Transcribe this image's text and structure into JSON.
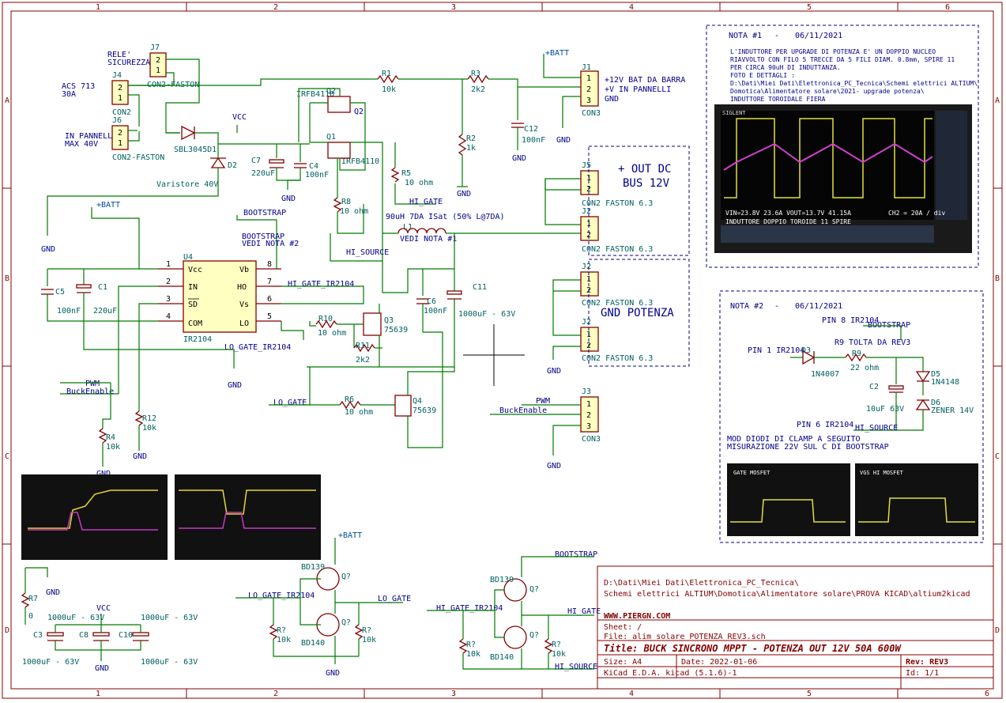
{
  "frame": {
    "cols": [
      "1",
      "2",
      "3",
      "4",
      "5",
      "6"
    ],
    "rows": [
      "A",
      "B",
      "C",
      "D"
    ]
  },
  "labels": {
    "rele_sicurezza": "RELE'",
    "rele_sicurezza2": "SICUREZZA",
    "j7": "J7",
    "j7_pins": [
      "2",
      "1"
    ],
    "j7_val": "CON2-FASTON",
    "acs": "ACS 713",
    "acs2": "30A",
    "j4": "J4",
    "j4_pins": [
      "2",
      "1"
    ],
    "j4_val": "CON2",
    "in_pannelli": "IN PANNELLI",
    "in_pannelli2": "MAX 40V",
    "j6": "J6",
    "j6_pins": [
      "2",
      "1"
    ],
    "j6_val": "CON2-FASTON",
    "r1": "R1",
    "r1_val": "10k",
    "r3": "R3",
    "r3_val": "2k2",
    "batt_top": "+BATT",
    "j1": "J1",
    "j1_pins": [
      "1",
      "2",
      "3"
    ],
    "j1_val": "CON3",
    "j1_desc1": "+12V BAT DA BARRA",
    "j1_desc2": "+V IN PANNELLI",
    "j1_desc3": "GND",
    "irfb_top": "IRFB4110",
    "q2": "Q2",
    "q1": "Q1",
    "irfb_bot": "IRFB4110",
    "vcc": "VCC",
    "d1": "SBL3045D1",
    "d2": "D2",
    "varistore": "Varistore 40V",
    "c7": "C7",
    "c7_val": "220uF",
    "c4": "C4",
    "c4_val": "100nF",
    "gnd": "GND",
    "r2": "R2",
    "r2_val": "1k",
    "c12": "C12",
    "c12_val": "100nF",
    "r5": "R5",
    "r5_val": "10 ohm",
    "r8": "R8",
    "r8_val": "10 ohm",
    "hi_gate": "HI_GATE",
    "l1_desc": "90uH 7DA ISat (50% L@7DA)",
    "l1": "L1",
    "vedi_nota1": "VEDI NOTA #1",
    "out_dc": "+ OUT DC",
    "bus12": "BUS 12V",
    "j5": "J5",
    "j5_pins": [
      "1",
      "2"
    ],
    "j5_val": "CON2 FASTON 6.3",
    "j2a": "J2",
    "j2a_pins": [
      "1",
      "2"
    ],
    "j2a_val": "CON2 FASTON 6.3",
    "j2b": "J2",
    "j2b_pins": [
      "1",
      "2"
    ],
    "j2b_val": "CON2 FASTON 6.3",
    "gnd_potenza": "GND POTENZA",
    "j2c": "J2",
    "j2c_pins": [
      "1",
      "2"
    ],
    "j2c_val": "CON2 FASTON 6.3",
    "bootstrap": "BOOTSTRAP",
    "bs_vedi1": "BOOTSTRAP",
    "bs_vedi2": "VEDI NOTA #2",
    "u4": "U4",
    "u4_val": "IR2104",
    "u4_pins_left": [
      "Vcc",
      "IN",
      "SD",
      "COM"
    ],
    "u4_pins_right": [
      "Vb",
      "HO",
      "Vs",
      "LO"
    ],
    "u4_num_left": [
      "1",
      "2",
      "3",
      "4"
    ],
    "u4_num_right": [
      "8",
      "7",
      "6",
      "5"
    ],
    "hi_source": "HI_SOURCE",
    "hi_gate_ir": "HI_GATE_IR2104",
    "lo_gate_ir": "LO_GATE_IR2104",
    "c5": "C5",
    "c5_val": "100nF",
    "c1": "C1",
    "c1_val": "220uF",
    "c6": "C6",
    "c6_val": "100nF",
    "c11": "C11",
    "c11_val": "1000uF - 63V",
    "r10": "R10",
    "r10_val": "10 ohm",
    "q3": "Q3",
    "q3_val": "75639",
    "r11": "R11",
    "r11_val": "2k2",
    "pwm": "PWM",
    "buck_enable": "BuckEnable",
    "lo_gate": "LO_GATE",
    "r6": "R6",
    "r6_val": "10 ohm",
    "q4": "Q4",
    "q4_val": "75639",
    "j3": "J3",
    "j3_pins": [
      "1",
      "2",
      "3"
    ],
    "j3_val": "CON3",
    "pwm2": "PWM",
    "buck_enable2": "BuckEnable",
    "r12": "R12",
    "r12_val": "10k",
    "r4": "R4",
    "r4_val": "10k",
    "r7a": "R7",
    "r7a_val": "0",
    "vcc2": "VCC",
    "c3": "C3",
    "c8": "C8",
    "c10": "C10",
    "c3_note": "1000uF - 63V",
    "c10_note": "1000uF - 63V",
    "c3_bot": "1000uF - 63V",
    "c10_bot": "1000uF - 63V",
    "bd139a": "BD139",
    "bd140a": "BD140",
    "qa": "Q?",
    "qb": "Q?",
    "r7b": "R?",
    "r7b_val": "10k",
    "r7c": "R?",
    "r7c_val": "10k",
    "lo_gate_ir2": "LO_GATE_IR2104",
    "lo_gate2": "LO_GATE",
    "batt3": "+BATT",
    "bootstrap2": "BOOTSTRAP",
    "bd139b": "BD139",
    "bd140b": "BD140",
    "qc": "Q?",
    "qd": "Q?",
    "hi_gate_ir3": "HI_GATE_IR2104",
    "hi_gate3": "HI_GATE",
    "r7d": "R?",
    "r7d_val": "10k",
    "r7e": "R?",
    "r7e_val": "10k",
    "hi_source2": "HI_SOURCE"
  },
  "nota1": {
    "title": "NOTA #1",
    "dash": "-",
    "date": "06/11/2021",
    "lines": [
      "L'INDUTTORE PER UPGRADE DI POTENZA E' UN DOPPIO NUCLEO",
      "RIAVVOLTO CON FILO 5 TRECCE DA 5 FILI DIAM. 0.8mm, SPIRE 11",
      "PER CIRCA 90uH DI INDUTTANZA.",
      "FOTO E DETTAGLI :",
      "D:\\Dati\\Miei Dati\\Elettronica_PC_Tecnica\\Schemi elettrici ALTIUM\\",
      "Domotica\\Alimentatore solare\\2021- upgrade potenza\\",
      "INDUTTORE TOROIDALE FIERA"
    ],
    "scope_readout1": "VIN=23.8V 23.6A   VOUT=13.7V 41.15A",
    "scope_readout2": "INDUTTORE DOPPIO TOROIDE 11 SPIRE",
    "scope_brand": "SIGLENT",
    "scope_ch": "CH2 = 20A / div"
  },
  "nota2": {
    "title": "NOTA #2",
    "dash": "-",
    "date": "06/11/2021",
    "pin8": "PIN 8 IR2104",
    "bootstrap": "BOOTSTRAP",
    "r9_desc": "R9 TOLTA DA REV3",
    "r9": "R9",
    "r9_val": "22 ohm",
    "pin1": "PIN 1 IR2104",
    "d3": "D3",
    "d3_val": "1N4007",
    "c2": "C2",
    "c2_val": "10uF 63V",
    "d5": "D5",
    "d5_val": "1N4148",
    "d6": "D6",
    "d6_val": "ZENER 14V",
    "pin6": "PIN 6 IR2104",
    "hi_source": "HI_SOURCE",
    "mod1": "MOD DIODI DI CLAMP A SEGUITO",
    "mod2": "MISURAZIONE 22V SUL C DI BOOTSTRAP",
    "scope_a": "GATE MOSFET",
    "scope_b": "VGS HI MOSFET"
  },
  "title_block": {
    "path1": "D:\\Dati\\Miei Dati\\Elettronica_PC_Tecnica\\",
    "path2": "Schemi elettrici ALTIUM\\Domotica\\Alimentatore solare\\PROVA KICAD\\altium2kicad",
    "site": "WWW.PIERGN.COM",
    "sheet": "Sheet: /",
    "file": "File: alim_solare_POTENZA_REV3.sch",
    "title": "Title: BUCK SINCRONO MPPT - POTENZA  OUT 12V 50A 600W",
    "size": "Size: A4",
    "date": "Date: 2022-01-06",
    "rev": "Rev: REV3",
    "tool": "KiCad E.D.A.  kicad (5.1.6)-1",
    "id": "Id: 1/1"
  },
  "colors": {
    "wire": "#007a00",
    "component": "#840000",
    "fill": "#ffffc2",
    "text": "#00008a"
  }
}
